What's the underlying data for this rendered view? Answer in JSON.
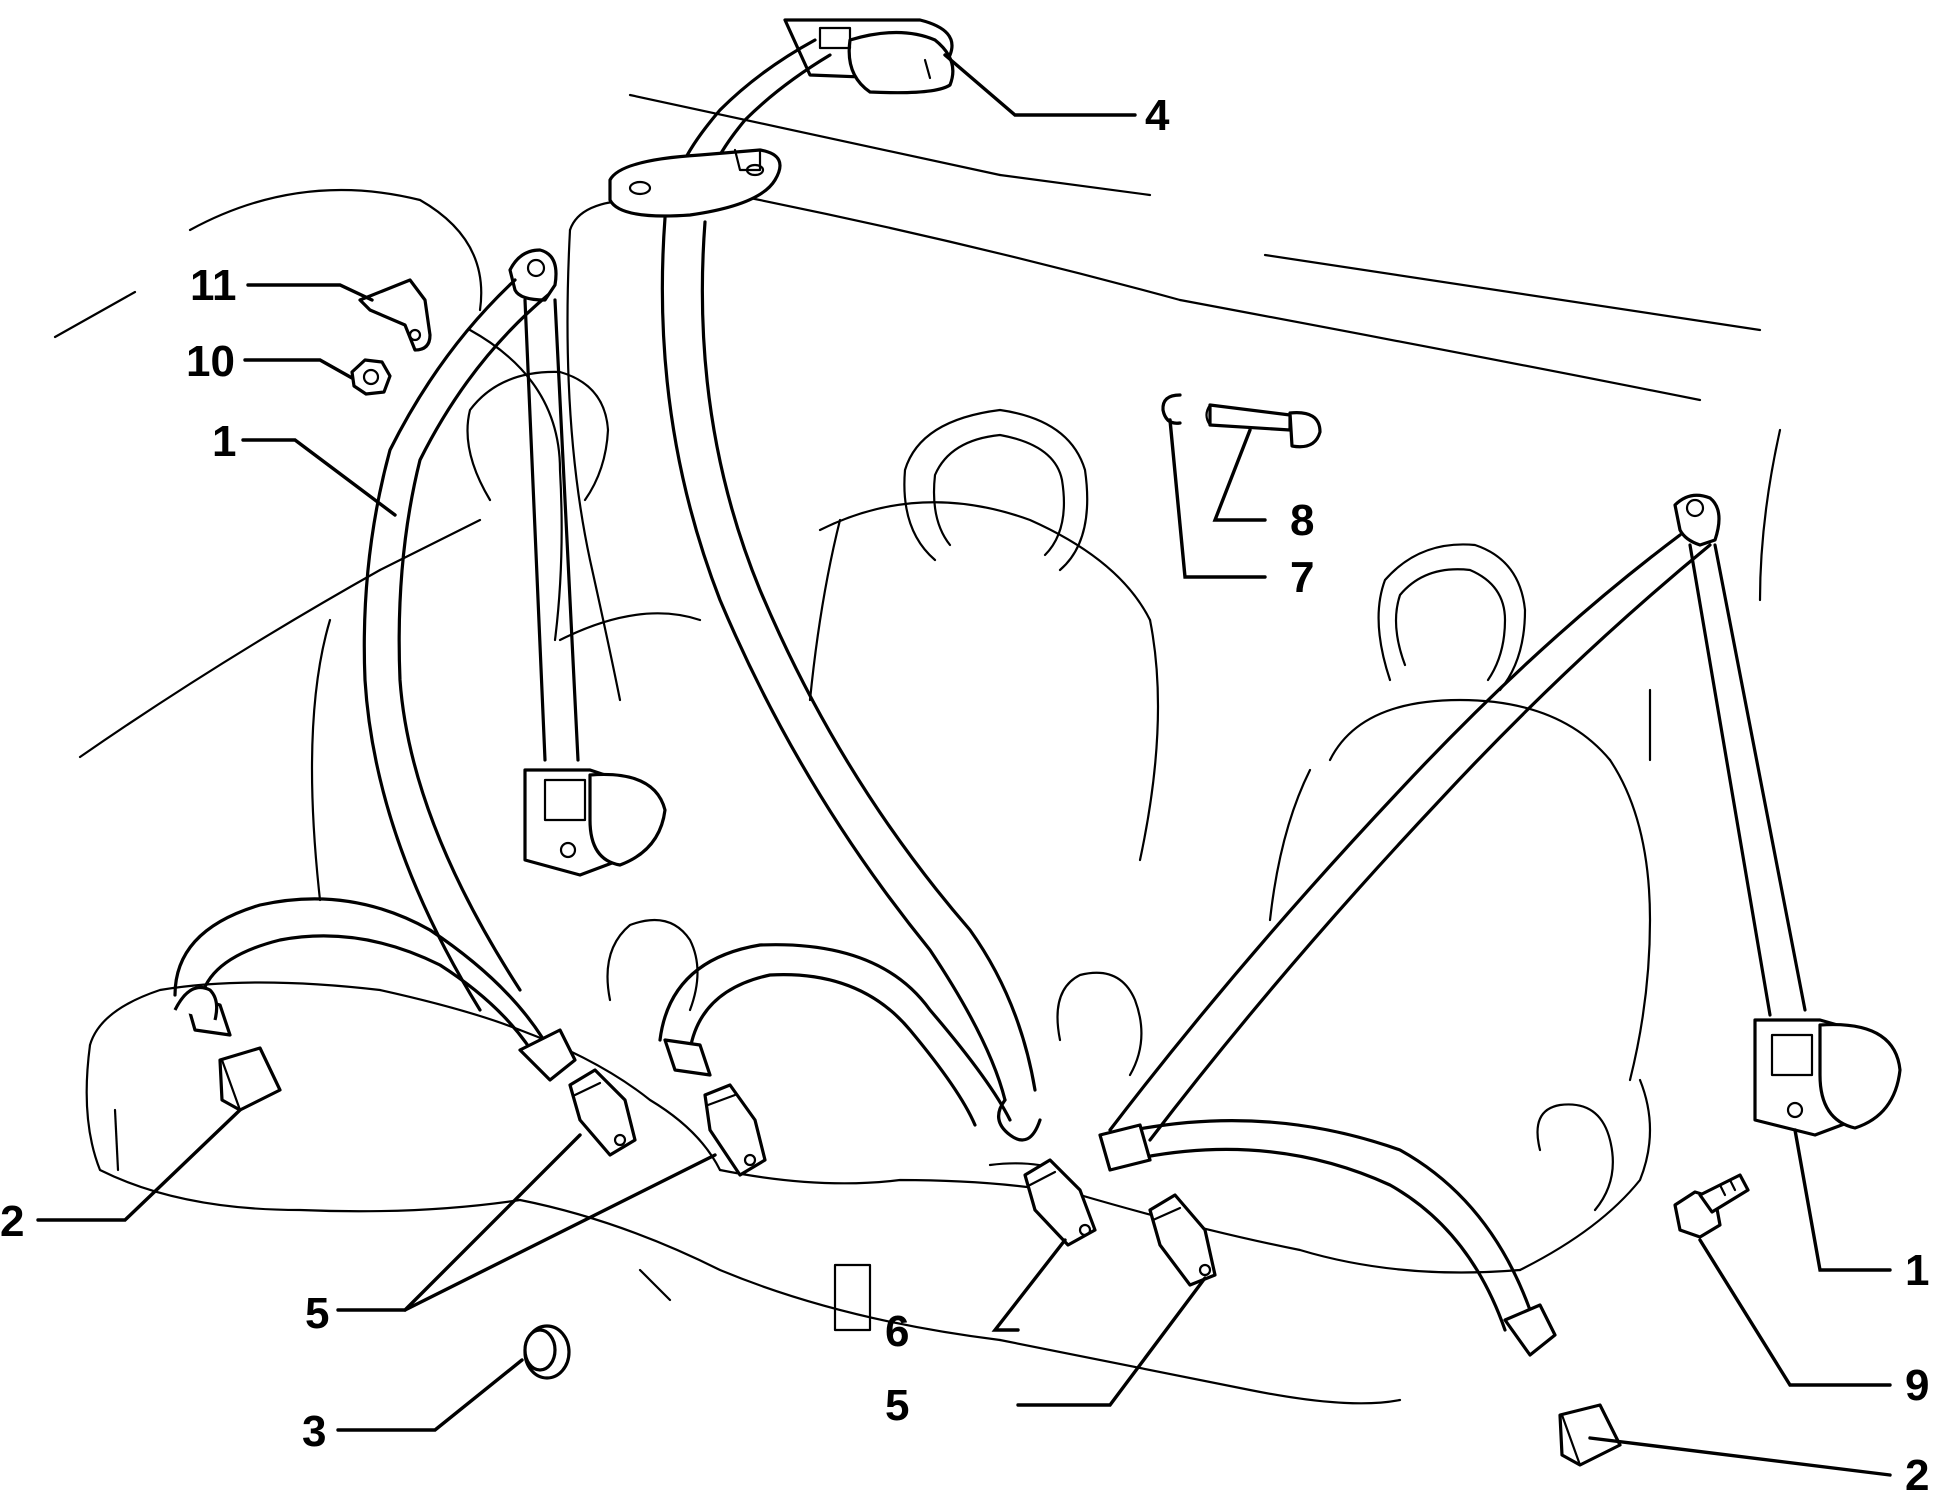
{
  "callouts": [
    {
      "label": "11",
      "part": "bracket"
    },
    {
      "label": "10",
      "part": "nut"
    },
    {
      "label": "1",
      "part": "front-seat-belt-left"
    },
    {
      "label": "4",
      "part": "roof-retractor"
    },
    {
      "label": "8",
      "part": "pin"
    },
    {
      "label": "7",
      "part": "clip"
    },
    {
      "label": "1",
      "part": "front-seat-belt-right"
    },
    {
      "label": "9",
      "part": "bolt"
    },
    {
      "label": "2",
      "part": "cap-left"
    },
    {
      "label": "2",
      "part": "cap-right"
    },
    {
      "label": "5",
      "part": "buckle-pair"
    },
    {
      "label": "5",
      "part": "buckle-right"
    },
    {
      "label": "6",
      "part": "buckle-center"
    },
    {
      "label": "3",
      "part": "spacer"
    }
  ]
}
